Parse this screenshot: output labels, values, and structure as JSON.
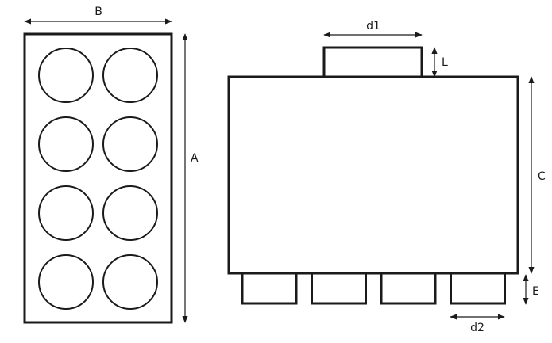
{
  "front_view": {
    "width_label": "B",
    "height_label": "A",
    "openings": {
      "rows": 4,
      "cols": 2
    }
  },
  "side_view": {
    "inlet_diameter_label": "d1",
    "inlet_length_label": "L",
    "body_height_label": "C",
    "outlet_diameter_label": "d2",
    "outlet_length_label": "E",
    "outlet_count": 4
  },
  "colors": {
    "line": "#1a1a1a",
    "background": "#ffffff"
  }
}
